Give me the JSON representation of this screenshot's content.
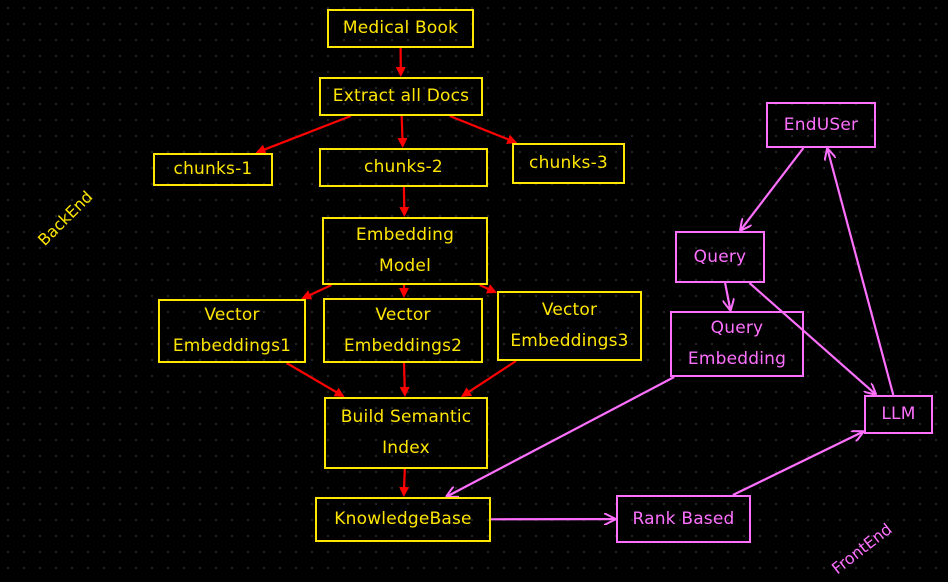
{
  "colors": {
    "background": "#000000",
    "backend": "#ffe600",
    "frontend": "#ff70ff",
    "backend_arrow": "#ff0000",
    "frontend_arrow": "#ff70ff"
  },
  "labels": {
    "backend": "BackEnd",
    "frontend": "FrontEnd"
  },
  "nodes": {
    "medical_book": {
      "lines": [
        "Medical Book"
      ]
    },
    "extract_docs": {
      "lines": [
        "Extract all Docs"
      ]
    },
    "chunks_1": {
      "lines": [
        "chunks-1"
      ]
    },
    "chunks_2": {
      "lines": [
        "chunks-2"
      ]
    },
    "chunks_3": {
      "lines": [
        "chunks-3"
      ]
    },
    "embedding_model": {
      "lines": [
        "Embedding",
        "Model"
      ]
    },
    "vector_emb_1": {
      "lines": [
        "Vector",
        "Embeddings1"
      ]
    },
    "vector_emb_2": {
      "lines": [
        "Vector",
        "Embeddings2"
      ]
    },
    "vector_emb_3": {
      "lines": [
        "Vector",
        "Embeddings3"
      ]
    },
    "build_index": {
      "lines": [
        "Build Semantic",
        "Index"
      ]
    },
    "knowledge_base": {
      "lines": [
        "KnowledgeBase"
      ]
    },
    "end_user": {
      "lines": [
        "EndUSer"
      ]
    },
    "query": {
      "lines": [
        "Query"
      ]
    },
    "query_embedding": {
      "lines": [
        "Query",
        "Embedding"
      ]
    },
    "llm": {
      "lines": [
        "LLM"
      ]
    },
    "rank_based": {
      "lines": [
        "Rank Based"
      ]
    }
  },
  "edges": [
    {
      "from": "medical_book",
      "to": "extract_docs",
      "group": "backend"
    },
    {
      "from": "extract_docs",
      "to": "chunks_1",
      "group": "backend"
    },
    {
      "from": "extract_docs",
      "to": "chunks_2",
      "group": "backend"
    },
    {
      "from": "extract_docs",
      "to": "chunks_3",
      "group": "backend"
    },
    {
      "from": "chunks_2",
      "to": "embedding_model",
      "group": "backend"
    },
    {
      "from": "embedding_model",
      "to": "vector_emb_1",
      "group": "backend"
    },
    {
      "from": "embedding_model",
      "to": "vector_emb_2",
      "group": "backend"
    },
    {
      "from": "embedding_model",
      "to": "vector_emb_3",
      "group": "backend"
    },
    {
      "from": "vector_emb_1",
      "to": "build_index",
      "group": "backend"
    },
    {
      "from": "vector_emb_2",
      "to": "build_index",
      "group": "backend"
    },
    {
      "from": "vector_emb_3",
      "to": "build_index",
      "group": "backend"
    },
    {
      "from": "build_index",
      "to": "knowledge_base",
      "group": "backend"
    },
    {
      "from": "end_user",
      "to": "query",
      "group": "frontend"
    },
    {
      "from": "query",
      "to": "query_embedding",
      "group": "frontend"
    },
    {
      "from": "query",
      "to": "llm",
      "group": "frontend"
    },
    {
      "from": "query_embedding",
      "to": "knowledge_base",
      "group": "frontend"
    },
    {
      "from": "knowledge_base",
      "to": "rank_based",
      "group": "frontend"
    },
    {
      "from": "rank_based",
      "to": "llm",
      "group": "frontend"
    },
    {
      "from": "llm",
      "to": "end_user",
      "group": "frontend"
    }
  ]
}
